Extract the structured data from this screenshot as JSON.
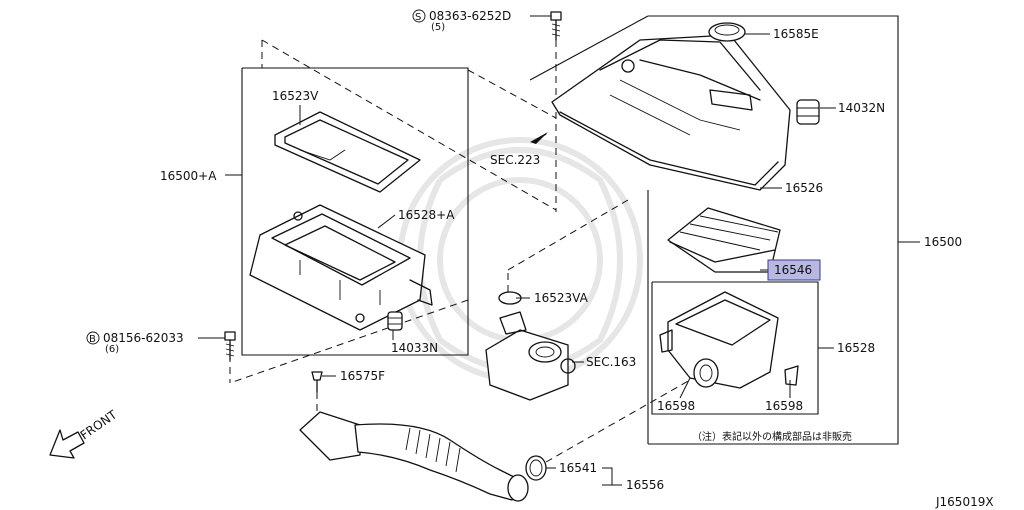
{
  "diagram_code": "J165019X",
  "note": "（注）表記以外の構成部品は非販売",
  "highlight_color": "#b8b8e0",
  "callouts": {
    "p16500_a": "16500+A",
    "p16523v": "16523V",
    "p16528_a": "16528+A",
    "p14033n": "14033N",
    "p08156": "08156-62033",
    "p08156_qty": "(6)",
    "p08156_prefix": "B",
    "p08363": "08363-6252D",
    "p08363_qty": "(5)",
    "p08363_prefix": "S",
    "p16585e": "16585E",
    "p14032n": "14032N",
    "p16526": "16526",
    "p16500": "16500",
    "p16546": "16546",
    "p16528": "16528",
    "p16598_left": "16598",
    "p16598_right": "16598",
    "sec223": "SEC.223",
    "p16523va": "16523VA",
    "sec163": "SEC.163",
    "p16575f": "16575F",
    "p16541": "16541",
    "p16556": "16556",
    "front": "FRONT"
  }
}
